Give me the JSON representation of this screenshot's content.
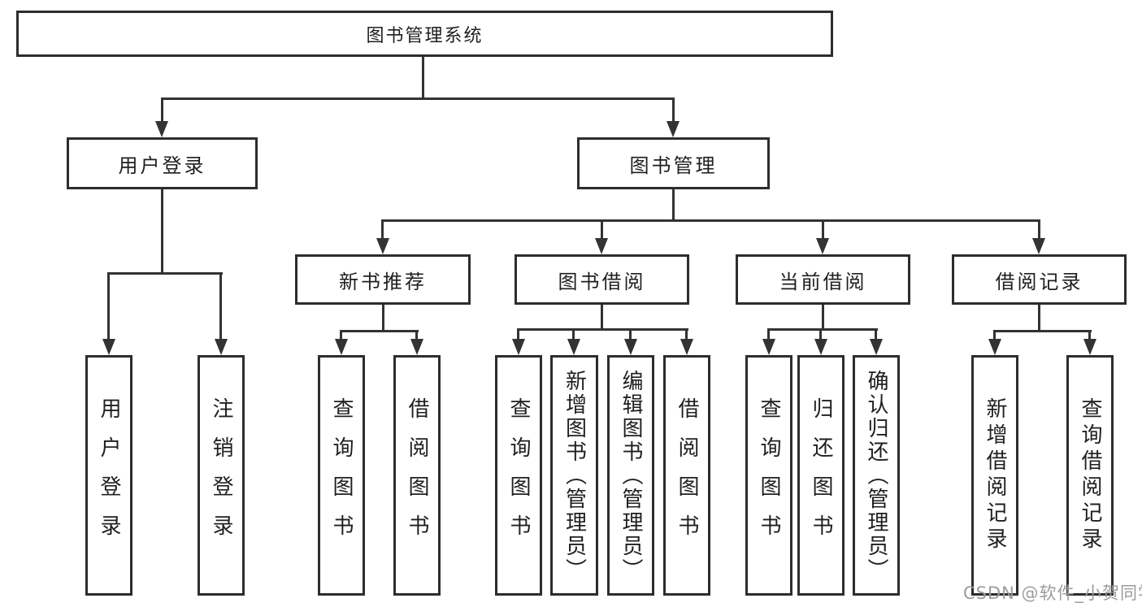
{
  "colors": {
    "line": "#333333",
    "box_border": "#2d2d2d",
    "text": "#1f1f1f",
    "background": "#ffffff",
    "watermark_gray": "#9c9c9c"
  },
  "root": {
    "label": "图书管理系统"
  },
  "branches": [
    {
      "label": "用户登录",
      "children": [
        {
          "label": "用户登录"
        },
        {
          "label": "注销登录"
        }
      ]
    },
    {
      "label": "图书管理",
      "children": [
        {
          "label": "新书推荐",
          "children": [
            {
              "label": "查询图书"
            },
            {
              "label": "借阅图书"
            }
          ]
        },
        {
          "label": "图书借阅",
          "children": [
            {
              "label": "查询图书"
            },
            {
              "label": "新增图书（管理员）"
            },
            {
              "label": "编辑图书（管理员）"
            },
            {
              "label": "借阅图书"
            }
          ]
        },
        {
          "label": "当前借阅",
          "children": [
            {
              "label": "查询图书"
            },
            {
              "label": "归还图书"
            },
            {
              "label": "确认归还（管理员）"
            }
          ]
        },
        {
          "label": "借阅记录",
          "children": [
            {
              "label": "新增借阅记录"
            },
            {
              "label": "查询借阅记录"
            }
          ]
        }
      ]
    }
  ],
  "watermark": "CSDN @软件_小贺同学"
}
